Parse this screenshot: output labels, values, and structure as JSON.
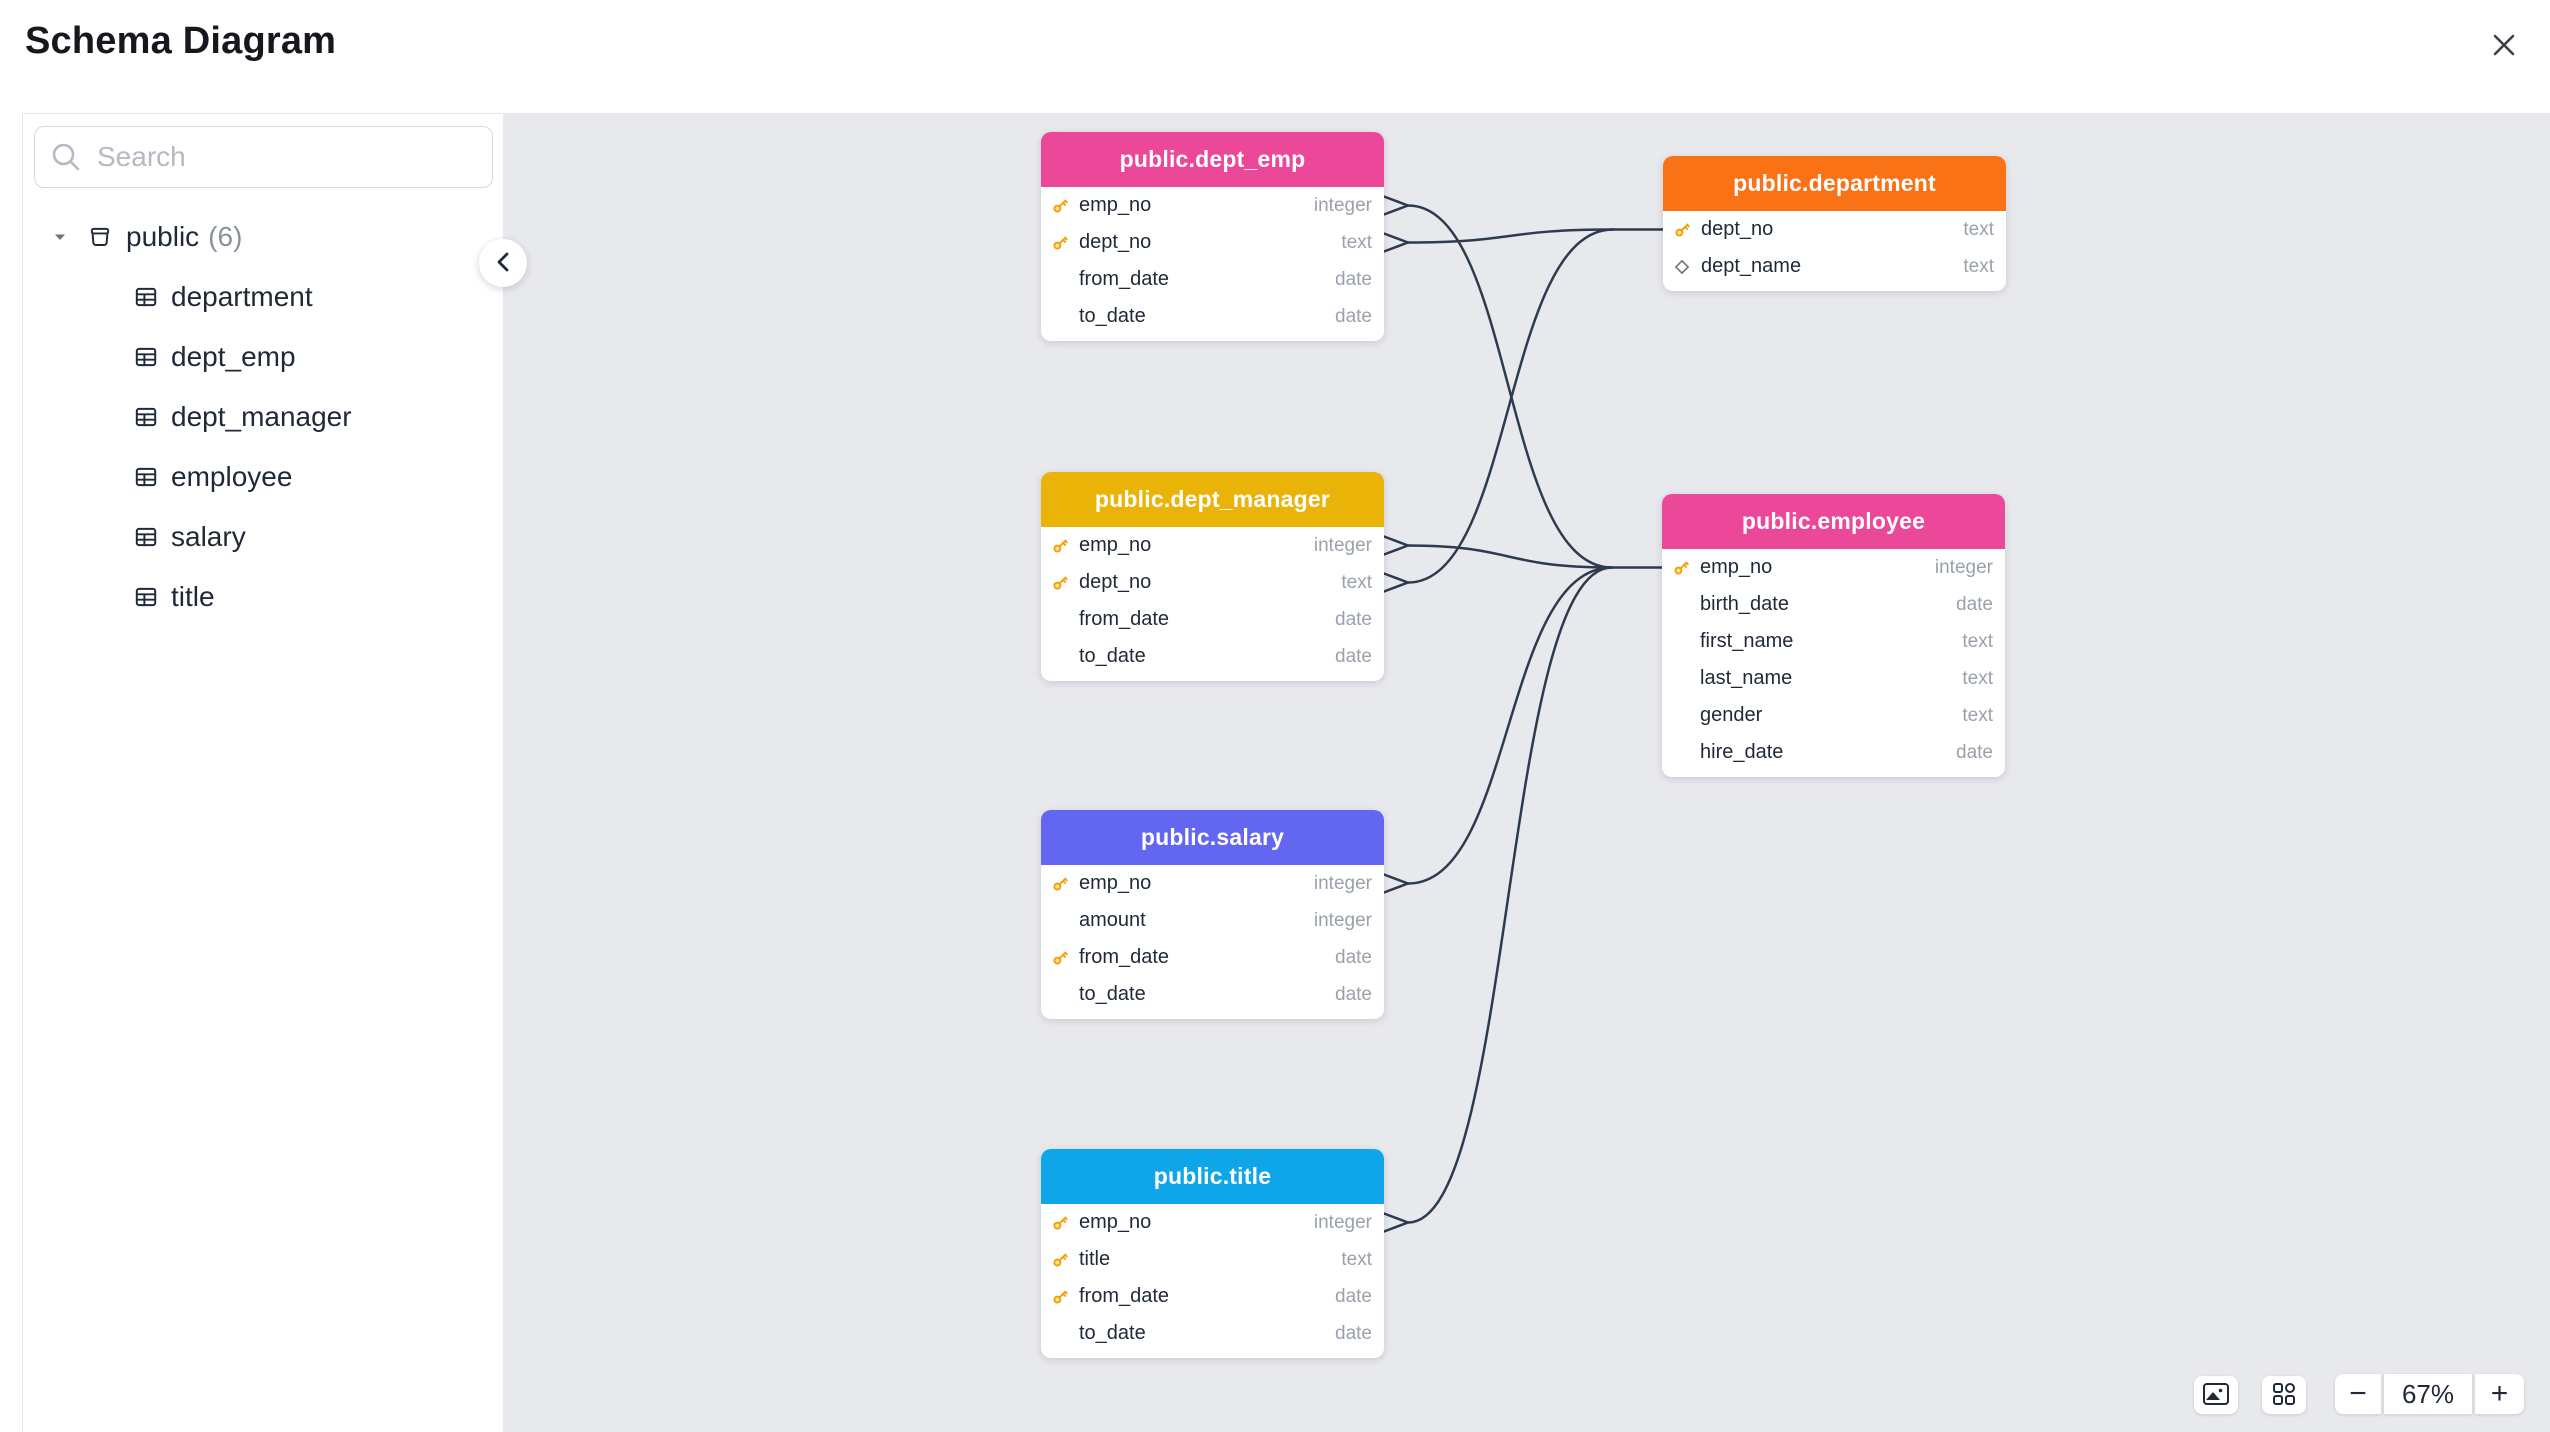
{
  "header": {
    "title": "Schema Diagram"
  },
  "icons": {
    "close": "close-icon",
    "search": "search-icon",
    "collapse": "chevron-left-icon",
    "schema": "database-icon",
    "table": "table-icon",
    "primary_key": "key-icon",
    "unique": "diamond-icon",
    "snapshot": "image-icon",
    "layout": "grid-icon",
    "zoom_out": "minus-icon",
    "zoom_in": "plus-icon"
  },
  "sidebar": {
    "search": {
      "placeholder": "Search",
      "value": ""
    },
    "tree": {
      "schema": {
        "label": "public",
        "count": "(6)"
      },
      "tables": [
        "department",
        "dept_emp",
        "dept_manager",
        "employee",
        "salary",
        "title"
      ]
    }
  },
  "canvas": {
    "nodes": [
      {
        "id": "dept_emp",
        "title": "public.dept_emp",
        "color": "#ec4899",
        "columns": [
          {
            "name": "emp_no",
            "type": "integer",
            "key": "pk"
          },
          {
            "name": "dept_no",
            "type": "text",
            "key": "pk"
          },
          {
            "name": "from_date",
            "type": "date",
            "key": null
          },
          {
            "name": "to_date",
            "type": "date",
            "key": null
          }
        ]
      },
      {
        "id": "department",
        "title": "public.department",
        "color": "#f97316",
        "columns": [
          {
            "name": "dept_no",
            "type": "text",
            "key": "pk"
          },
          {
            "name": "dept_name",
            "type": "text",
            "key": "unique"
          }
        ]
      },
      {
        "id": "dept_manager",
        "title": "public.dept_manager",
        "color": "#eab308",
        "columns": [
          {
            "name": "emp_no",
            "type": "integer",
            "key": "pk"
          },
          {
            "name": "dept_no",
            "type": "text",
            "key": "pk"
          },
          {
            "name": "from_date",
            "type": "date",
            "key": null
          },
          {
            "name": "to_date",
            "type": "date",
            "key": null
          }
        ]
      },
      {
        "id": "employee",
        "title": "public.employee",
        "color": "#ec4899",
        "columns": [
          {
            "name": "emp_no",
            "type": "integer",
            "key": "pk"
          },
          {
            "name": "birth_date",
            "type": "date",
            "key": null
          },
          {
            "name": "first_name",
            "type": "text",
            "key": null
          },
          {
            "name": "last_name",
            "type": "text",
            "key": null
          },
          {
            "name": "gender",
            "type": "text",
            "key": null
          },
          {
            "name": "hire_date",
            "type": "date",
            "key": null
          }
        ]
      },
      {
        "id": "salary",
        "title": "public.salary",
        "color": "#6366f1",
        "columns": [
          {
            "name": "emp_no",
            "type": "integer",
            "key": "pk"
          },
          {
            "name": "amount",
            "type": "integer",
            "key": null
          },
          {
            "name": "from_date",
            "type": "date",
            "key": "pk"
          },
          {
            "name": "to_date",
            "type": "date",
            "key": null
          }
        ]
      },
      {
        "id": "title",
        "title": "public.title",
        "color": "#0ea5e9",
        "columns": [
          {
            "name": "emp_no",
            "type": "integer",
            "key": "pk"
          },
          {
            "name": "title",
            "type": "text",
            "key": "pk"
          },
          {
            "name": "from_date",
            "type": "date",
            "key": "pk"
          },
          {
            "name": "to_date",
            "type": "date",
            "key": null
          }
        ]
      }
    ],
    "relationships": [
      {
        "from": "dept_emp.emp_no",
        "to": "employee.emp_no"
      },
      {
        "from": "dept_emp.dept_no",
        "to": "department.dept_no"
      },
      {
        "from": "dept_manager.emp_no",
        "to": "employee.emp_no"
      },
      {
        "from": "dept_manager.dept_no",
        "to": "department.dept_no"
      },
      {
        "from": "salary.emp_no",
        "to": "employee.emp_no"
      },
      {
        "from": "title.emp_no",
        "to": "employee.emp_no"
      }
    ],
    "edge_color": "#2e3b4e"
  },
  "controls": {
    "zoom_level": "67%",
    "zoom_out_label": "−",
    "zoom_in_label": "+"
  }
}
